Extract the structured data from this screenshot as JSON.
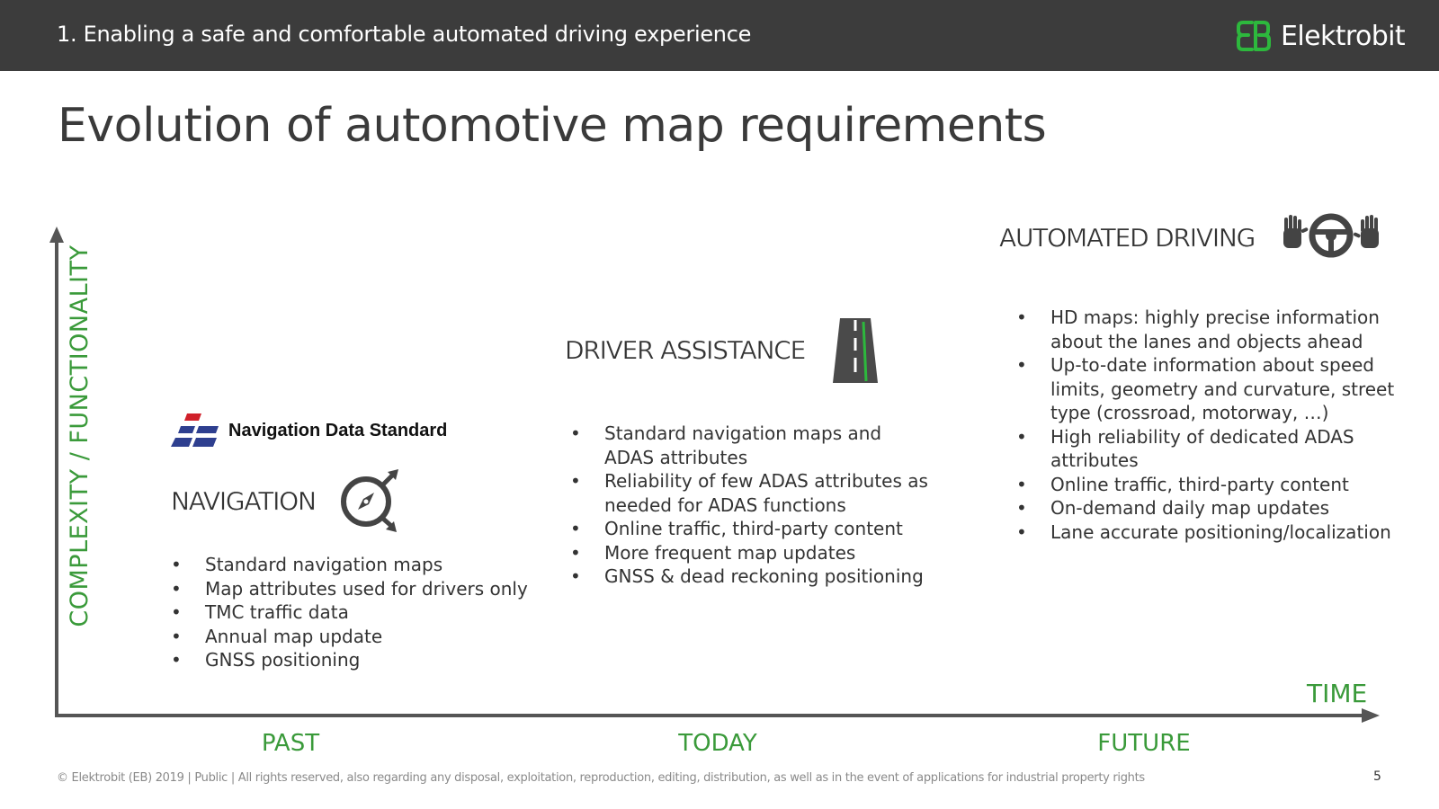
{
  "header": {
    "section_title": "1. Enabling a safe and comfortable automated driving experience",
    "brand_name": "Elektrobit",
    "brand_color": "#2db83d",
    "bar_color": "#3c3c3c"
  },
  "title": "Evolution of automotive map requirements",
  "axes": {
    "y_label": "COMPLEXITY / FUNCTIONALITY",
    "x_label": "TIME",
    "accent_color": "#3a9a3a",
    "eras": [
      "PAST",
      "TODAY",
      "FUTURE"
    ]
  },
  "stages": {
    "navigation": {
      "heading": "NAVIGATION",
      "icon": "compass-icon",
      "logo_text": "Navigation Data Standard",
      "bullets": [
        "Standard navigation maps",
        "Map attributes used for drivers only",
        "TMC traffic data",
        "Annual map update",
        "GNSS positioning"
      ]
    },
    "driver_assistance": {
      "heading": "DRIVER ASSISTANCE",
      "icon": "road-lane-icon",
      "bullets": [
        "Standard navigation maps and ADAS attributes",
        "Reliability of few ADAS attributes as needed for ADAS functions",
        "Online traffic, third-party content",
        "More frequent map updates",
        "GNSS & dead reckoning positioning"
      ]
    },
    "automated_driving": {
      "heading": "AUTOMATED DRIVING",
      "icon": "steering-wheel-hands-icon",
      "bullets": [
        "HD maps: highly precise information about the lanes and objects ahead",
        "Up-to-date information about speed limits, geometry and curvature, street type (crossroad, motorway, …)",
        "High reliability of dedicated ADAS attributes",
        "Online traffic, third-party content",
        "On-demand daily map updates",
        "Lane accurate positioning/localization"
      ]
    }
  },
  "footer": {
    "copyright": "© Elektrobit (EB) 2019 | Public | All rights reserved, also regarding any disposal, exploitation, reproduction, editing, distribution, as well as in the event of applications for industrial property rights",
    "page_number": "5"
  }
}
